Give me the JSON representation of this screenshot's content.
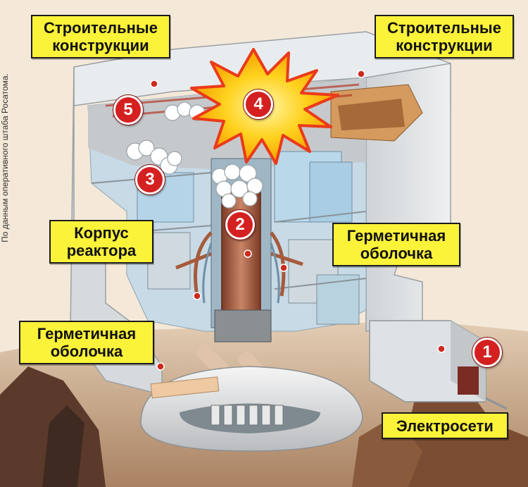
{
  "labels": {
    "building_left": [
      "Строительные",
      "конструкции"
    ],
    "building_right": [
      "Строительные",
      "конструкции"
    ],
    "reactor_vessel": [
      "Корпус",
      "реактора"
    ],
    "containment_right": [
      "Герметичная",
      "оболочка"
    ],
    "containment_left": [
      "Герметичная",
      "оболочка"
    ],
    "power_grid": "Электросети"
  },
  "badges": [
    "1",
    "2",
    "3",
    "4",
    "5"
  ],
  "source_note": "По данным оперативного штаба Росатома.",
  "colors": {
    "label_fill": "#fbf23a",
    "badge_fill": "#d42020",
    "explosion_outer": "#f23b1a",
    "explosion_inner": "#ffd21f",
    "concrete": "#dcdcdc",
    "steel_blue": "#bcd8e8",
    "reactor_vessel": "#b0694e",
    "ground": "#b08c6a"
  }
}
